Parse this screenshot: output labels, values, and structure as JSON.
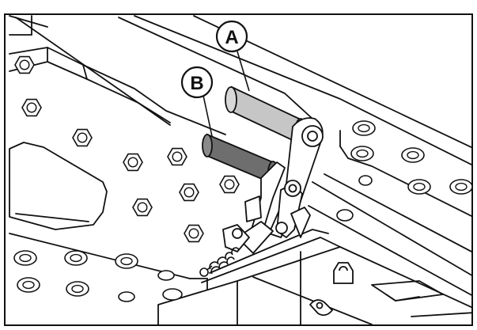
{
  "callouts": {
    "a": {
      "label": "A"
    },
    "b": {
      "label": "B"
    }
  },
  "parts": {
    "a": {
      "name": "upper-roller",
      "fill": "#c6c6c6"
    },
    "b": {
      "name": "lower-roller",
      "fill": "#6e6e6e"
    }
  },
  "colors": {
    "line": "#111111",
    "background": "#ffffff"
  }
}
